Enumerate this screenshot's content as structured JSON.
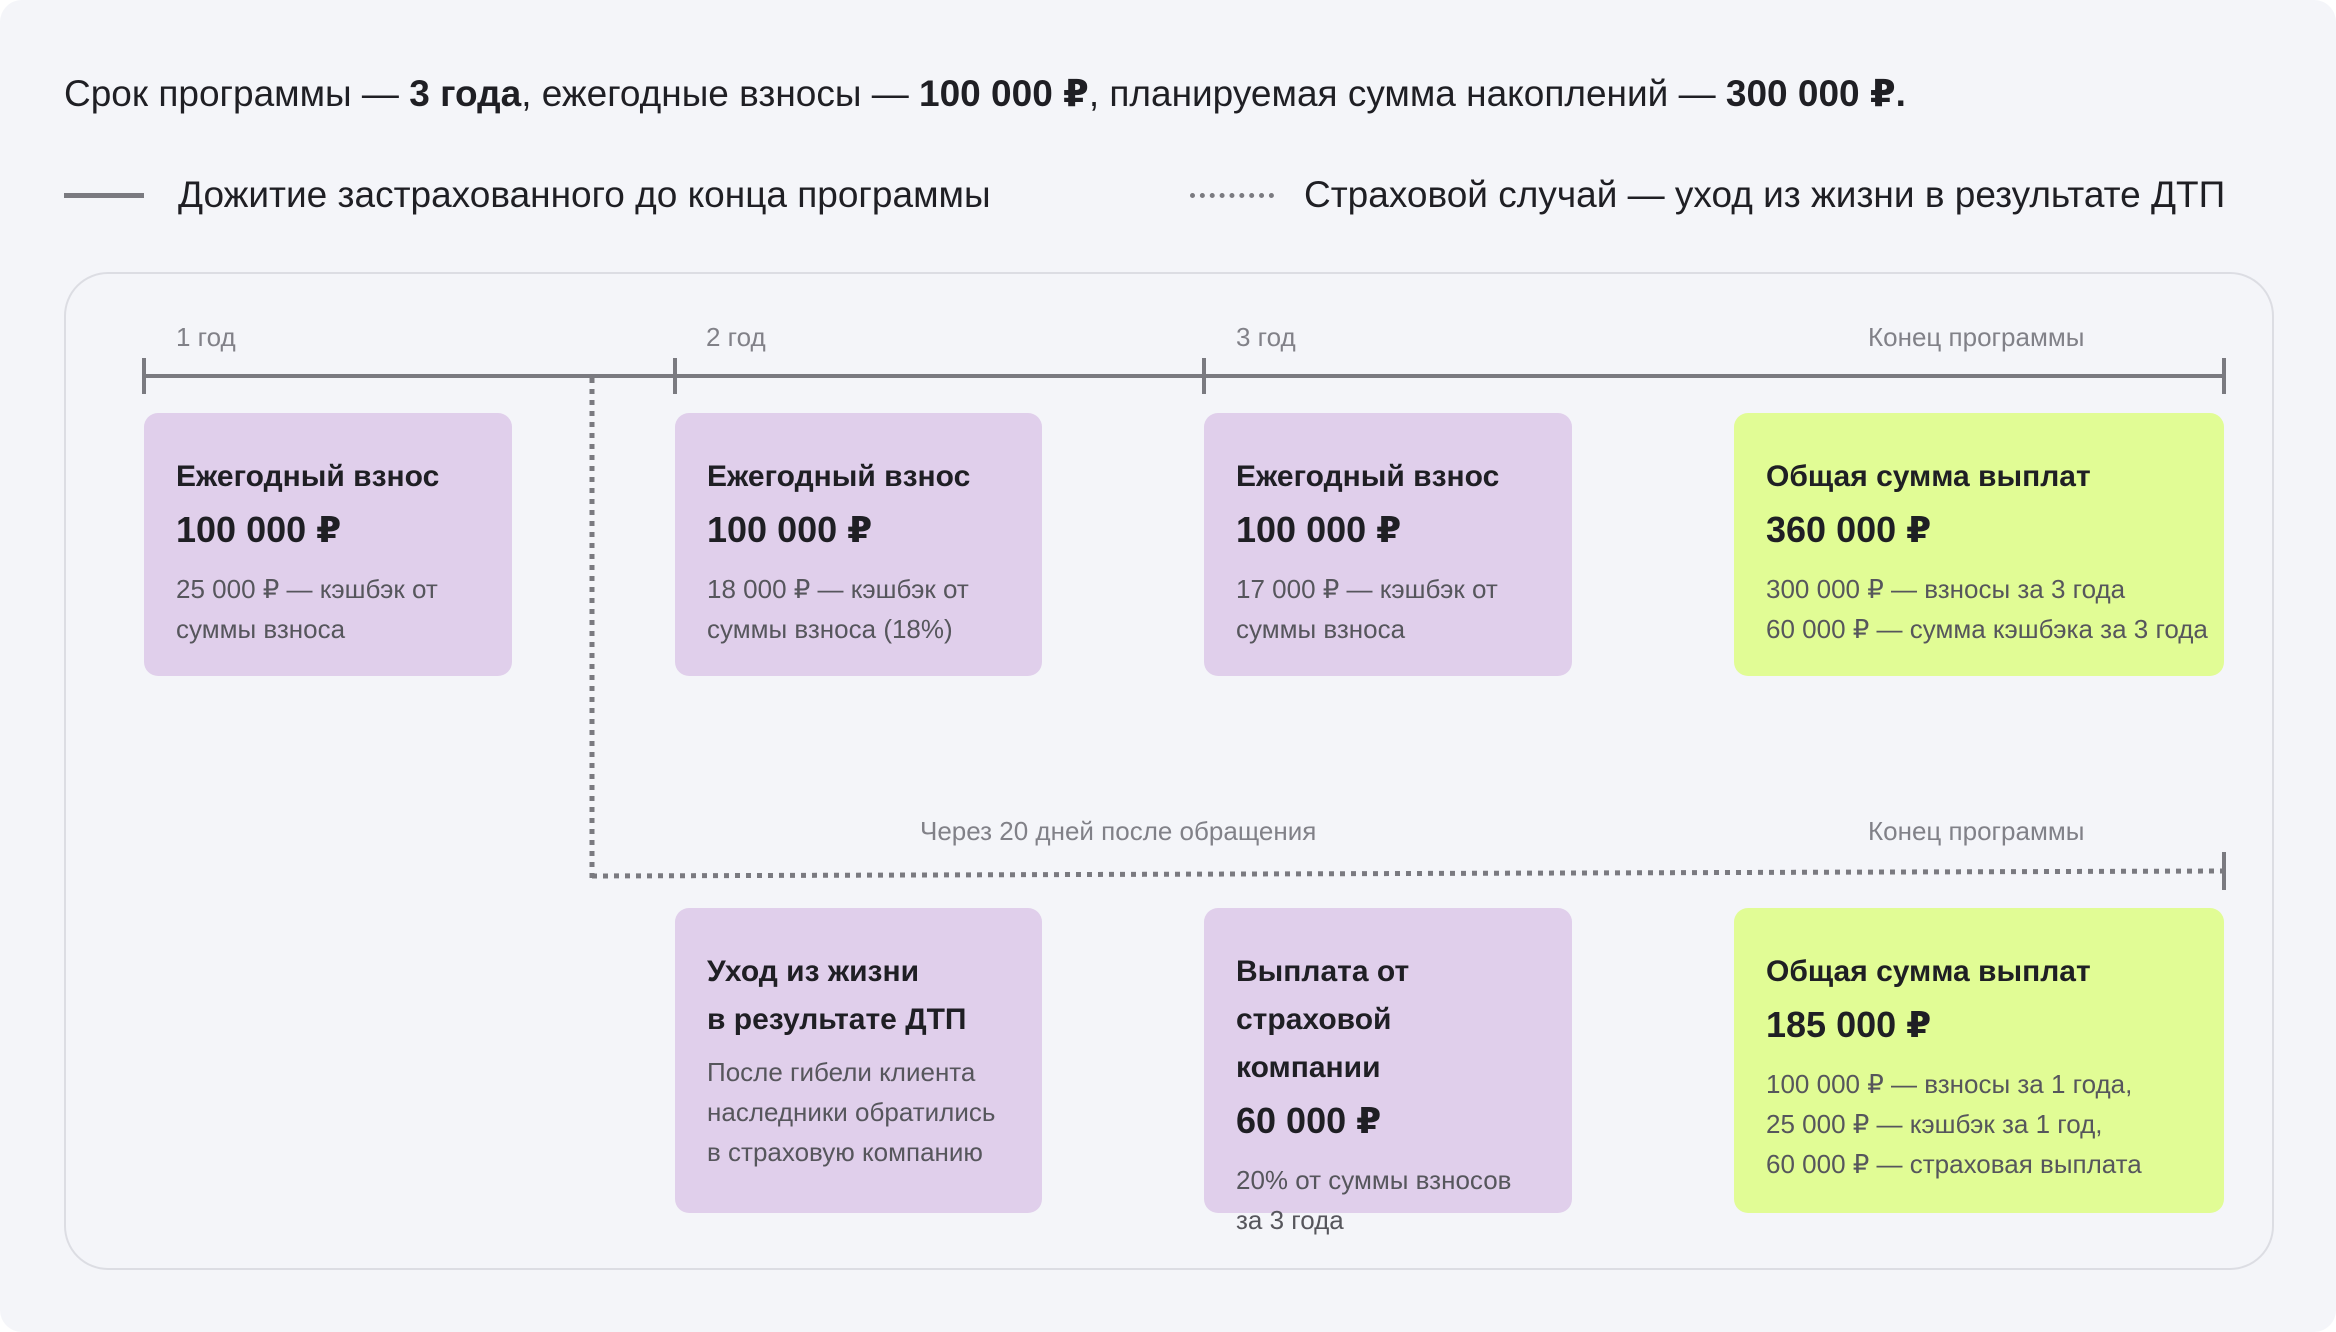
{
  "intro": {
    "p1": "Срок программы — ",
    "b1": "3 года",
    "p2": ", ежегодные взносы — ",
    "b2": "100 000 ₽",
    "p3": ", планируемая сумма накоплений — ",
    "b3": "300 000 ₽."
  },
  "legend": {
    "solid_label": "Дожитие застрахованного до конца программы",
    "dotted_label": "Страховой случай — уход из жизни в результате ДТП"
  },
  "top_timeline": {
    "labels": [
      "1 год",
      "2 год",
      "3 год",
      "Конец программы"
    ],
    "cards": [
      {
        "title": "Ежегодный взнос",
        "amount": "100 000 ₽",
        "note": [
          "25 000 ₽ — кэшбэк от",
          "суммы взноса"
        ]
      },
      {
        "title": "Ежегодный взнос",
        "amount": "100 000 ₽",
        "note": [
          "18 000 ₽ — кэшбэк от",
          "суммы взноса (18%)"
        ]
      },
      {
        "title": "Ежегодный взнос",
        "amount": "100 000 ₽",
        "note": [
          "17 000 ₽ — кэшбэк от",
          "суммы взноса"
        ]
      },
      {
        "title": "Общая сумма выплат",
        "amount": "360 000 ₽",
        "note": [
          "300 000 ₽ — взносы за 3 года",
          "60 000 ₽ — сумма кэшбэка за 3 года"
        ]
      }
    ]
  },
  "bottom_timeline": {
    "label_mid": "Через 20 дней после обращения",
    "label_end": "Конец программы",
    "cards": [
      {
        "title": [
          "Уход из жизни",
          "в результате ДТП"
        ],
        "note": [
          "После гибели клиента",
          "наследники обратились",
          "в страховую компанию"
        ]
      },
      {
        "title": [
          "Выплата от",
          "страховой компании"
        ],
        "amount": "60 000 ₽",
        "note": [
          "20% от суммы взносов",
          "за 3 года"
        ]
      },
      {
        "title": "Общая сумма выплат",
        "amount": "185 000 ₽",
        "note": [
          "100 000 ₽ — взносы за 1 года,",
          "25 000 ₽ — кэшбэк за 1 год,",
          "60 000 ₽ — страховая выплата"
        ]
      }
    ]
  },
  "colors": {
    "background": "#f4f5f9",
    "purple_card": "#e0cfeb",
    "lime_card": "#e1fc95",
    "line": "#7a7a80"
  }
}
